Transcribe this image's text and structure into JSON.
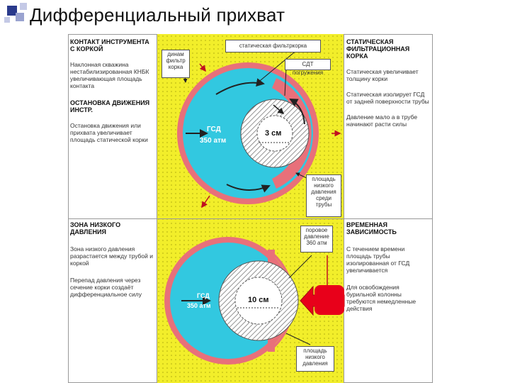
{
  "title": "Дифференциальный прихват",
  "panels": {
    "top_left": {
      "h1": "КОНТАКТ ИНСТРУМЕНТА С КОРКОЙ",
      "t1": "Наклонная скважина нестабилизированная КНБК увеличивающая площадь контакта",
      "h2": "ОСТАНОВКА ДВИЖЕНИЯ ИНСТР.",
      "t2": "Остановка движения или прихвата увеличивает площадь статической корки"
    },
    "top_right": {
      "h1": "СТАТИЧЕСКАЯ ФИЛЬТРАЦИОННАЯ КОРКА",
      "t1": "Статическая увеличивает толщину корки",
      "t2": "Статическая изолирует ГСД от задней поверхности трубы",
      "t3": "Давление мало а в трубе начинают расти силы"
    },
    "bottom_left": {
      "h1": "ЗОНА НИЗКОГО ДАВЛЕНИЯ",
      "t1": "Зона низкого давления разрастается между трубой и коркой",
      "t2": "Перепад давления через сечение корки создаёт дифференциальное силу"
    },
    "bottom_right": {
      "h1": "ВРЕМЕННАЯ ЗАВИСИМОСТЬ",
      "t1": "С течением времени площадь трубы изолированная от ГСД увеличивается",
      "t2": "Для освобождения бурильной колонны требуются немедленные действия"
    }
  },
  "top_diagram": {
    "box_dyn": "динам фильтр корка",
    "box_static": "статическая фильтркорка",
    "box_sdt": "СДТ погружения",
    "box_area": "площадь низкого давления среди трубы",
    "gsd": "ГСД",
    "pressure": "350 атм",
    "pipe_size": "3 см"
  },
  "bottom_diagram": {
    "box_pore": "поровое давление 360 атм",
    "box_area": "площадь низкого давления",
    "gsd": "ГСД",
    "pressure": "350 атм",
    "pipe_size": "10 см"
  },
  "colors": {
    "fluid": "#32c8e0",
    "cake": "#e8707a",
    "yellow": "#f2ee2a",
    "force": "#e8001a"
  }
}
